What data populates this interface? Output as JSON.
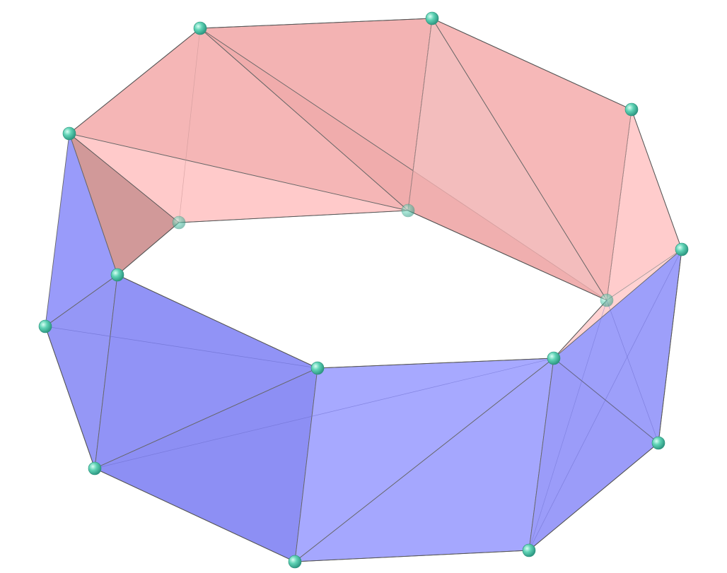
{
  "colors": {
    "background": "#ffffff",
    "upper_band": "#f4a3a3",
    "upper_band_dark": "#c98a8a",
    "upper_band_light": "#ffc0c0",
    "lower_band": "#8c8ef8",
    "lower_band_dark": "#7e80f0",
    "lower_band_light": "#a3a5ff",
    "edge": "#666666",
    "vertex": "#5fd3b5",
    "vertex_highlight": "#d8fff4"
  },
  "model": {
    "kind": "triangulated polyhedral band",
    "upper_band": {
      "color_name": "pink",
      "vertex_count": 9
    },
    "lower_band": {
      "color_name": "blue",
      "vertex_count": 7
    },
    "vertex_count": 16,
    "vertex_marker": "teal sphere"
  }
}
